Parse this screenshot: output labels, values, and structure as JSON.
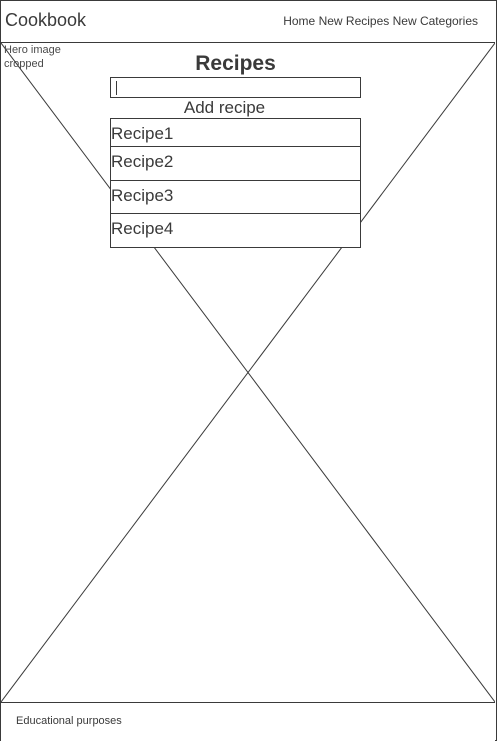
{
  "header": {
    "brand": "Cookbook",
    "nav": [
      {
        "label": "Home"
      },
      {
        "label": "New Recipes"
      },
      {
        "label": "New Categories"
      }
    ]
  },
  "hero": {
    "caption": "Hero image cropped"
  },
  "main": {
    "title": "Recipes",
    "search": {
      "value": "",
      "placeholder": ""
    },
    "add_recipe_label": "Add recipe",
    "recipes": [
      {
        "name": "Recipe1"
      },
      {
        "name": "Recipe2"
      },
      {
        "name": "Recipe3"
      },
      {
        "name": "Recipe4"
      }
    ]
  },
  "footer": {
    "text": "Educational purposes"
  },
  "colors": {
    "line": "#3a3a3a",
    "background": "#ffffff"
  }
}
